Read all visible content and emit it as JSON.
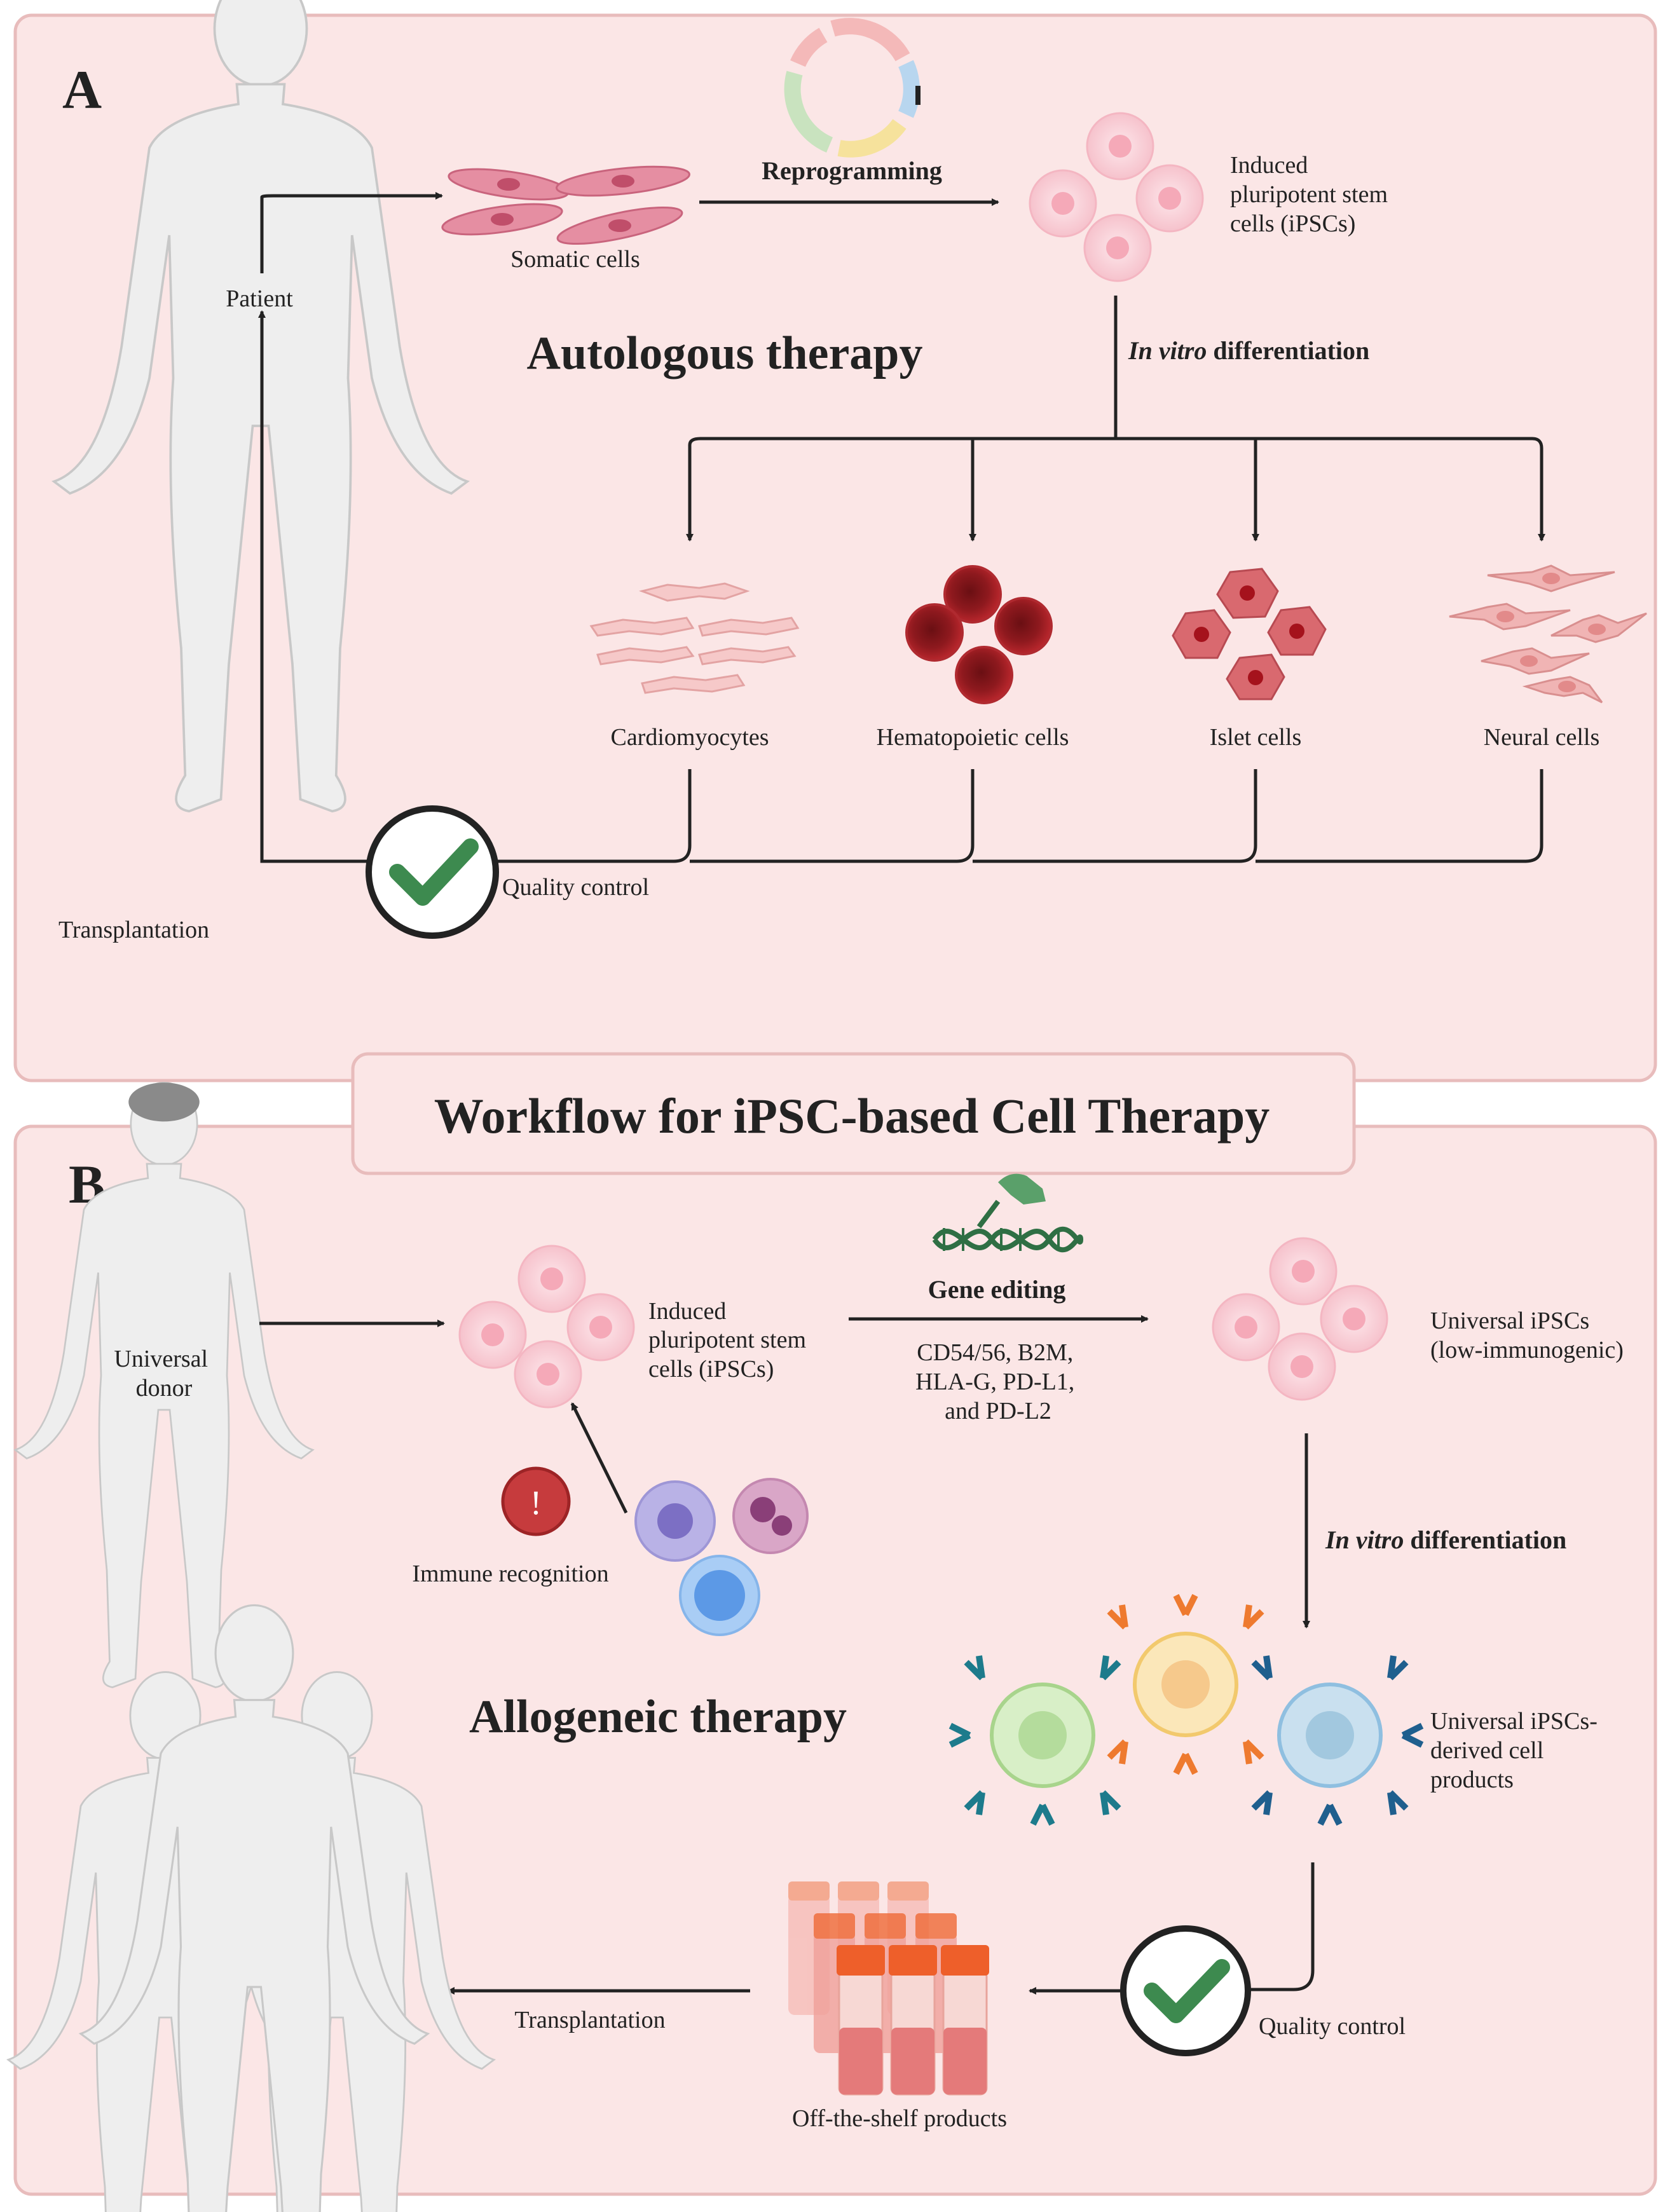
{
  "title": "Workflow for iPSC-based Cell Therapy",
  "panel_a": {
    "letter": "A",
    "heading": "Autologous therapy",
    "patient_label": "Patient",
    "somatic_label": "Somatic cells",
    "reprogramming_label": "Reprogramming",
    "ipsc_label": [
      "Induced",
      "pluripotent stem",
      "cells (iPSCs)"
    ],
    "differentiation_italic": "In vitro",
    "differentiation_rest": " differentiation",
    "cell_types": [
      "Cardiomyocytes",
      "Hematopoietic cells",
      "Islet cells",
      "Neural cells"
    ],
    "quality_control": "Quality control",
    "transplantation": "Transplantation"
  },
  "panel_b": {
    "letter": "B",
    "heading": "Allogeneic therapy",
    "donor_label": [
      "Universal",
      "donor"
    ],
    "ipsc_label": [
      "Induced",
      "pluripotent stem",
      "cells (iPSCs)"
    ],
    "gene_editing": "Gene editing",
    "edit_targets": [
      "CD54/56, B2M,",
      "HLA-G, PD-L1,",
      "and PD-L2"
    ],
    "immune_recognition": "Immune recognition",
    "alert_symbol": "!",
    "universal_ipsc": [
      "Universal iPSCs",
      "(low-immunogenic)"
    ],
    "differentiation_italic": "In vitro",
    "differentiation_rest": " differentiation",
    "derived_products": [
      "Universal iPSCs-",
      "derived cell",
      "products"
    ],
    "quality_control": "Quality control",
    "off_shelf": "Off-the-shelf products",
    "transplantation": "Transplantation"
  },
  "colors": {
    "panel_fill": "#fbe6e6",
    "panel_border": "#e8bcbc",
    "arrow": "#222222",
    "check": "#3d8a4f",
    "ipsc_cell": "#f7c9d1",
    "blood_cell": "#9b1c21",
    "islet_cell": "#d9696f",
    "somatic_cell": "#e58ea2",
    "alert": "#c63b3d"
  }
}
